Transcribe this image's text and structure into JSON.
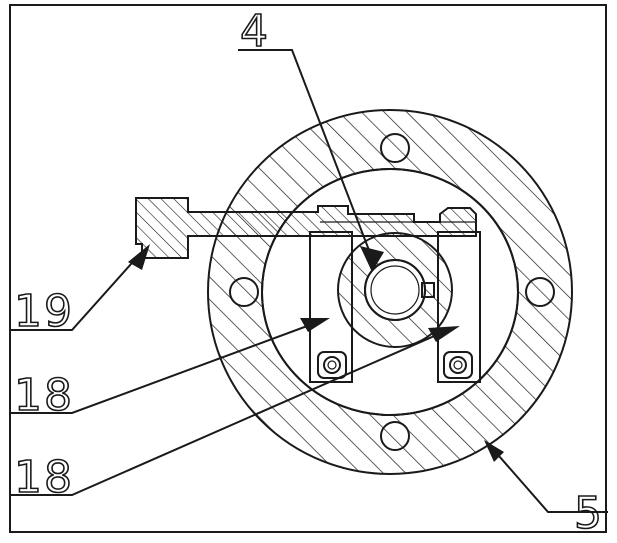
{
  "labels": {
    "part_4": "4",
    "part_19": "19",
    "part_18_upper": "18",
    "part_18_lower": "18",
    "part_5": "5"
  },
  "colors": {
    "ink": "#1a1a1a",
    "paper": "#ffffff"
  }
}
